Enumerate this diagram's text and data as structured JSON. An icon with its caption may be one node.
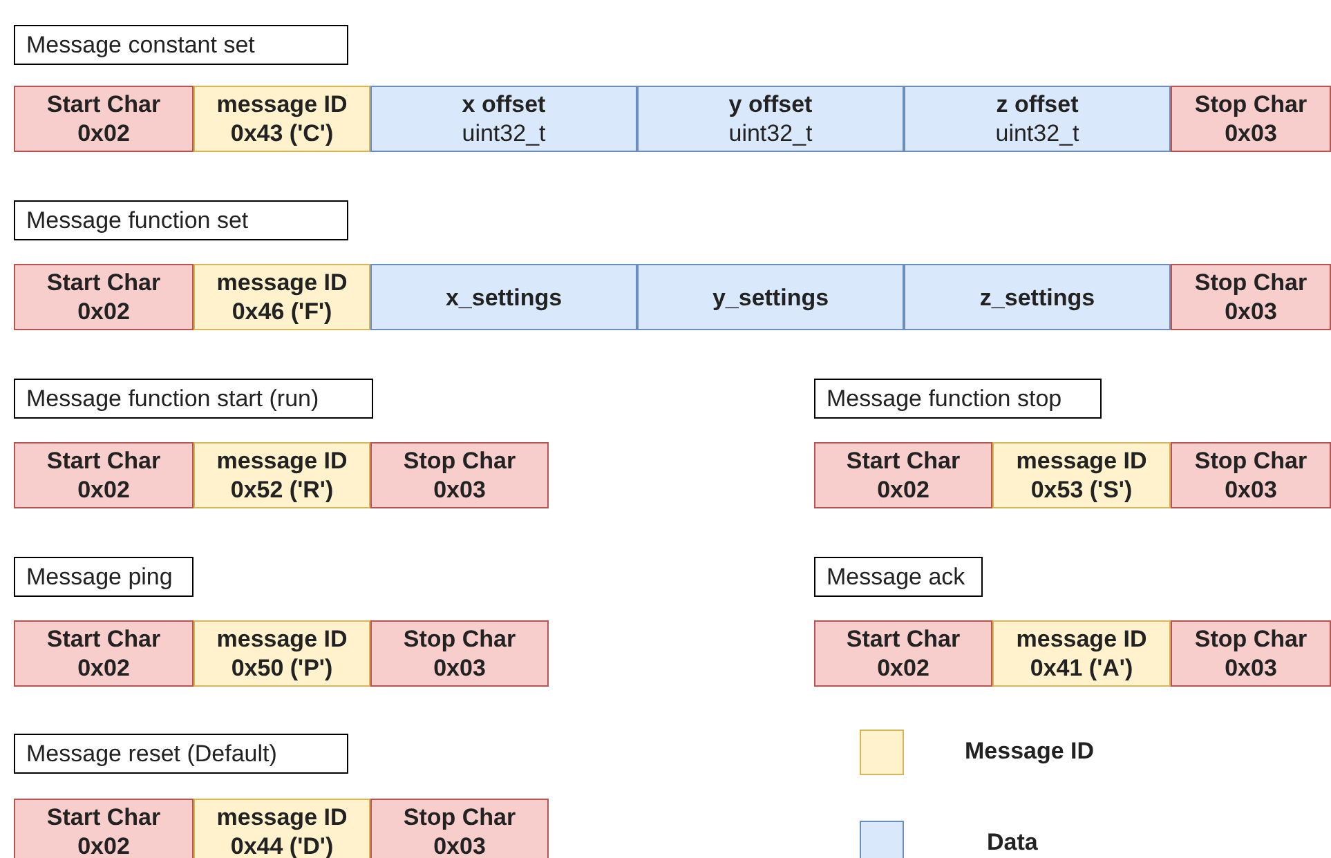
{
  "diagram": {
    "nodes": [
      {
        "text": [
          "Message constant set"
        ]
      },
      {
        "text": [
          "Start Char",
          "0x02"
        ]
      },
      {
        "text": [
          "message ID",
          "0x43 ('C')"
        ]
      },
      {
        "text": [
          "x offset",
          "uint32_t"
        ]
      },
      {
        "text": [
          "y offset",
          "uint32_t"
        ]
      },
      {
        "text": [
          "z offset",
          "uint32_t"
        ]
      },
      {
        "text": [
          "Stop Char",
          "0x03"
        ]
      },
      {
        "text": [
          "Message function set"
        ]
      },
      {
        "text": [
          "Start Char",
          "0x02"
        ]
      },
      {
        "text": [
          "message ID",
          "0x46 ('F')"
        ]
      },
      {
        "text": [
          "x_settings"
        ]
      },
      {
        "text": [
          "y_settings"
        ]
      },
      {
        "text": [
          "z_settings"
        ]
      },
      {
        "text": [
          "Stop Char",
          "0x03"
        ]
      },
      {
        "text": [
          "Message function start (run)"
        ]
      },
      {
        "text": [
          "Message function stop"
        ]
      },
      {
        "text": [
          "Start Char",
          "0x02"
        ]
      },
      {
        "text": [
          "message ID",
          "0x52 ('R')"
        ]
      },
      {
        "text": [
          "Stop Char",
          "0x03"
        ]
      },
      {
        "text": [
          "Start Char",
          "0x02"
        ]
      },
      {
        "text": [
          "message ID",
          "0x53 ('S')"
        ]
      },
      {
        "text": [
          "Stop Char",
          "0x03"
        ]
      },
      {
        "text": [
          "Message ping"
        ]
      },
      {
        "text": [
          "Message ack"
        ]
      },
      {
        "text": [
          "Start Char",
          "0x02"
        ]
      },
      {
        "text": [
          "message ID",
          "0x50 ('P')"
        ]
      },
      {
        "text": [
          "Stop Char",
          "0x03"
        ]
      },
      {
        "text": [
          "Start Char",
          "0x02"
        ]
      },
      {
        "text": [
          "message ID",
          "0x41 ('A')"
        ]
      },
      {
        "text": [
          "Stop Char",
          "0x03"
        ]
      },
      {
        "text": [
          "Message reset (Default)"
        ]
      },
      {
        "text": [
          "Start Char",
          "0x02"
        ]
      },
      {
        "text": [
          "message ID",
          "0x44 ('D')"
        ]
      },
      {
        "text": [
          "Stop Char",
          "0x03"
        ]
      }
    ],
    "legend": [
      {
        "text": "Message ID",
        "color": "#fff2cc"
      },
      {
        "text": "Data",
        "color": "#dae8fc"
      }
    ]
  }
}
